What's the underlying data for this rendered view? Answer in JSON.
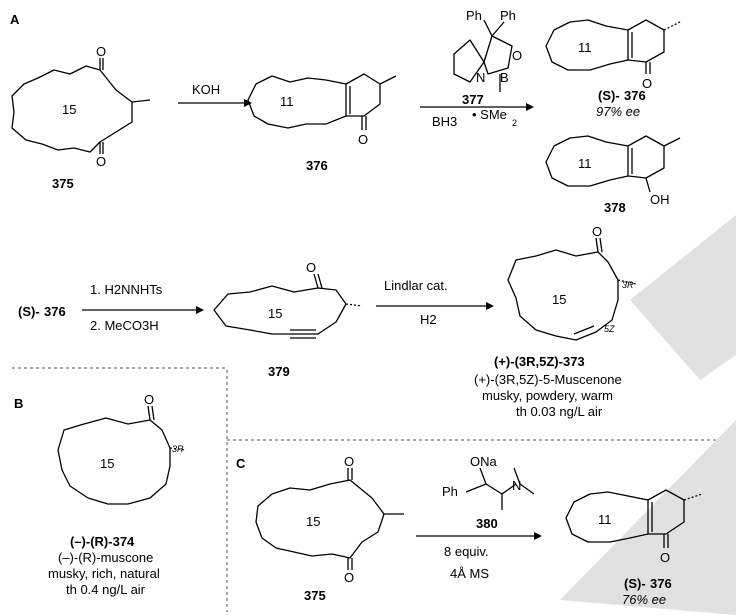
{
  "sections": {
    "a": "A",
    "b": "B",
    "c": "C"
  },
  "ring_sizes": {
    "r15": "15",
    "r11": "11"
  },
  "atoms": {
    "ph": "Ph",
    "n": "N",
    "b": "B",
    "o": "O",
    "oh": "OH",
    "ona": "ONa"
  },
  "stereo_labels": {
    "r3": "3R",
    "z5": "5Z"
  },
  "compounds": {
    "c375": "375",
    "c376": "376",
    "c377": "377",
    "c378": "378",
    "c379": "379",
    "c380": "380",
    "s376_prefix": "(S)-",
    "s376_label": "376",
    "c373_label": "(+)-(3R,5Z)-373",
    "c374_label": "(–)-(R)-374"
  },
  "reagents": {
    "koh": "KOH",
    "bh3": "BH3",
    "sme2": "• SMe",
    "sme2_sub": "2",
    "step1": "1. H2NNHTs",
    "step2": "2. MeCO3H",
    "lindlar": "Lindlar cat.",
    "h2": "H2",
    "equiv": "8 equiv.",
    "ms": "4Å MS"
  },
  "results": {
    "ee97": "97% ee",
    "ee76": "76% ee"
  },
  "descriptions": {
    "muscenone_name": "(+)-(3R,5Z)-5-Muscenone",
    "muscenone_odor": "musky, powdery, warm",
    "muscenone_th": "th 0.03 ng/L air",
    "muscone_name": "(–)-(R)-muscone",
    "muscone_odor": "musky, rich, natural",
    "muscone_th": "th 0.4 ng/L air"
  },
  "colors": {
    "ink": "#000000",
    "watermark": "#dcdcdc",
    "divider": "#555555"
  }
}
